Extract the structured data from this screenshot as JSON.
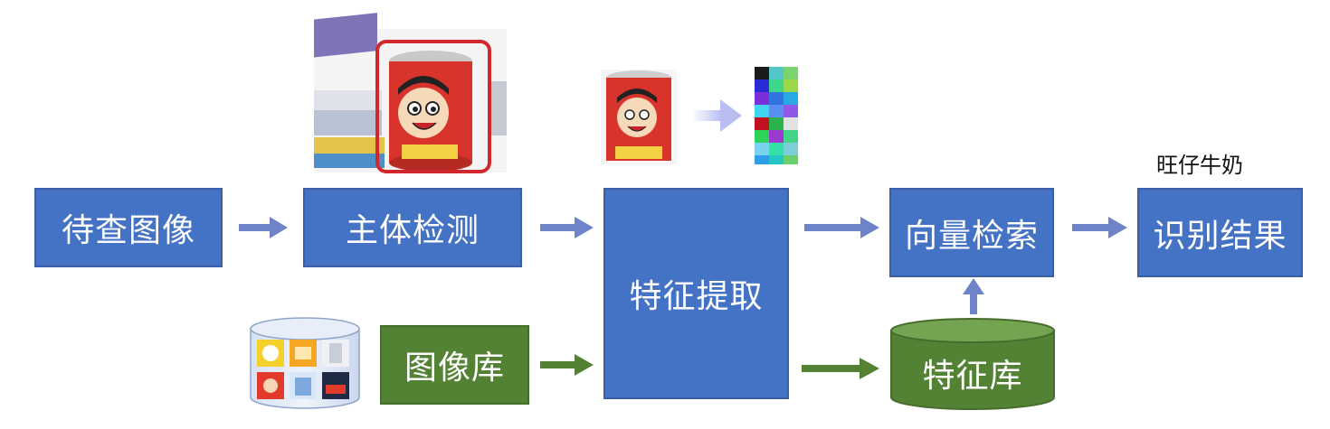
{
  "nodes": {
    "query_image": "待查图像",
    "subject_detection": "主体检测",
    "feature_extraction": "特征提取",
    "vector_search": "向量检索",
    "recognition_result": "识别结果",
    "image_library": "图像库",
    "feature_library": "特征库"
  },
  "result_caption": "旺仔牛奶",
  "colors": {
    "box_blue": "#4472c4",
    "box_green": "#548235",
    "arrow_blue": "#6f84c8",
    "arrow_green": "#548235",
    "detect_box": "#d0282d"
  }
}
